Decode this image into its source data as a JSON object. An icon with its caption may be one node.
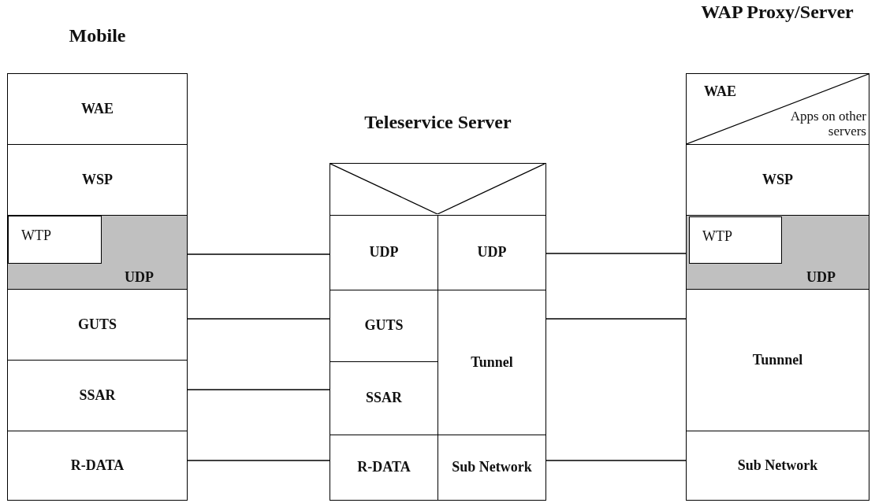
{
  "diagram": {
    "nodes": [
      {
        "text": [
          "Mobile"
        ]
      },
      {
        "text": [
          "WAE"
        ],
        "in": 0
      },
      {
        "text": [
          "WSP"
        ],
        "in": 0
      },
      {
        "text": [
          "UDP"
        ],
        "in": 0
      },
      {
        "text": [
          "WTP"
        ],
        "in": 3
      },
      {
        "text": [
          "GUTS"
        ],
        "in": 0
      },
      {
        "text": [
          "SSAR"
        ],
        "in": 0
      },
      {
        "text": [
          "R-DATA"
        ],
        "in": 0
      },
      {
        "text": [
          "Teleservice Server"
        ]
      },
      {
        "text": [],
        "shape": "box",
        "in": 8
      },
      {
        "text": [
          "UDP"
        ],
        "in": 8
      },
      {
        "text": [
          "UDP"
        ],
        "in": 8
      },
      {
        "text": [
          "GUTS"
        ],
        "in": 8
      },
      {
        "text": [
          "Tunnel"
        ],
        "in": 8
      },
      {
        "text": [
          "SSAR"
        ],
        "in": 8
      },
      {
        "text": [
          "R-DATA"
        ],
        "in": 8
      },
      {
        "text": [
          "Sub Network"
        ],
        "in": 8
      },
      {
        "text": [
          "WAP Proxy/Server"
        ]
      },
      {
        "text": [
          "WAE",
          "Apps on other servers"
        ],
        "in": 17
      },
      {
        "text": [
          "WSP"
        ],
        "in": 17
      },
      {
        "text": [
          "UDP"
        ],
        "in": 17
      },
      {
        "text": [
          "WTP"
        ],
        "in": 20
      },
      {
        "text": [
          "Tunnnel"
        ],
        "in": 17
      },
      {
        "text": [
          "Sub Network"
        ],
        "in": 17
      }
    ],
    "edges": [
      {
        "from": 3,
        "to": 10,
        "arrow": "none"
      },
      {
        "from": 5,
        "to": 12,
        "arrow": "none"
      },
      {
        "from": 6,
        "to": 14,
        "arrow": "none"
      },
      {
        "from": 7,
        "to": 15,
        "arrow": "none"
      },
      {
        "from": 11,
        "to": 20,
        "arrow": "none"
      },
      {
        "from": 13,
        "to": 22,
        "arrow": "none"
      },
      {
        "from": 16,
        "to": 23,
        "arrow": "none"
      }
    ]
  }
}
